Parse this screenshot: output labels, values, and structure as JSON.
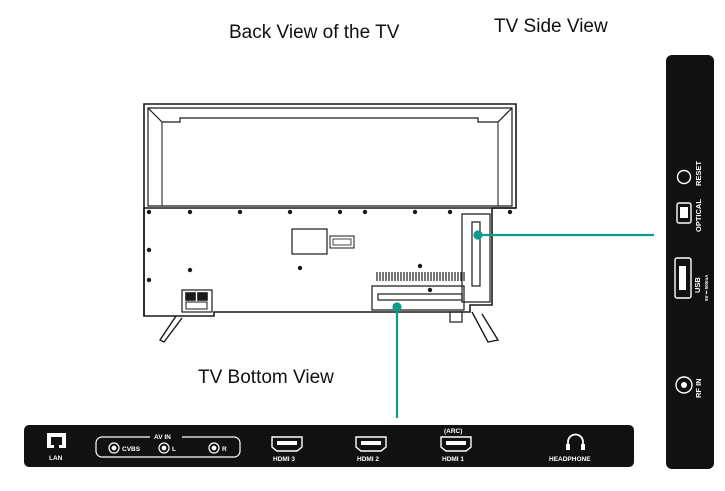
{
  "titles": {
    "back": "Back View of the TV",
    "side": "TV Side View",
    "bottom": "TV Bottom View"
  },
  "colors": {
    "panel": "#111111",
    "connector": "#0e9b8c",
    "outline": "#1a1a1a"
  },
  "side_panel": {
    "reset": "RESET",
    "optical": "OPTICAL",
    "usb": "USB",
    "usb_rating": "5V ⎓ 500mA",
    "rfin": "RF IN"
  },
  "bottom_panel": {
    "lan": "LAN",
    "av_in": "AV IN",
    "cvbs": "CVBS",
    "l": "L",
    "r": "R",
    "hdmi3": "HDMI 3",
    "hdmi2": "HDMI 2",
    "hdmi1": "HDMI 1",
    "arc": "(ARC)",
    "headphone": "HEADPHONE"
  },
  "icons": [
    "ethernet-icon",
    "rca-jack-icon",
    "hdmi-port-icon",
    "headphone-icon",
    "optical-port-icon",
    "usb-port-icon",
    "coax-port-icon",
    "reset-button-icon"
  ]
}
